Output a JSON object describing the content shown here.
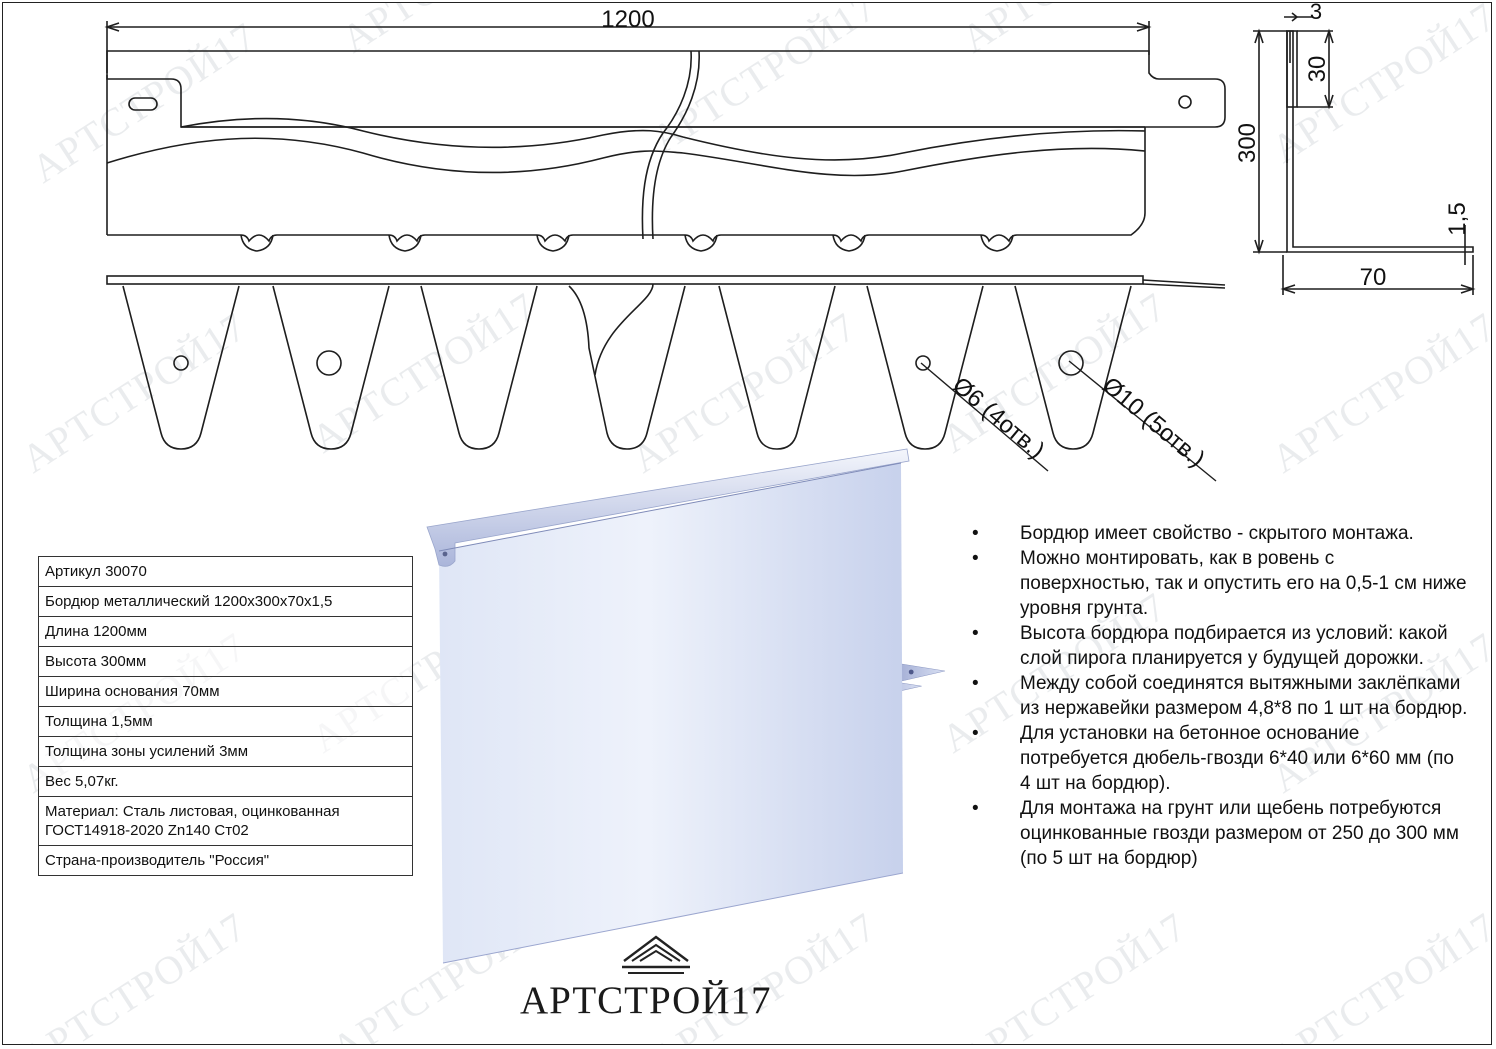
{
  "watermark": "АРТСТРОЙ17",
  "dimensions": {
    "length": "1200",
    "thickness_top": "3",
    "flange": "30",
    "height": "300",
    "thickness": "1,5",
    "base": "70",
    "hole_small": "Ø6 (4отв.)",
    "hole_large": "Ø10 (5отв.)"
  },
  "specs": [
    "Артикул 30070",
    "Бордюр металлический 1200х300х70х1,5",
    "Длина 1200мм",
    "Высота 300мм",
    "Ширина основания 70мм",
    "Толщина 1,5мм",
    "Толщина зоны усилений 3мм",
    "Вес 5,07кг.",
    "Материал: Сталь листовая, оцинкованная ГОСТ14918-2020 Zn140 Ст02",
    "Страна-производитель \"Россия\""
  ],
  "bullet_symbol": "•",
  "notes": [
    "Бордюр имеет свойство - скрытого монтажа.",
    "Можно монтировать, как в ровень с поверхностью, так и опустить его на 0,5-1 см ниже уровня грунта.",
    "Высота бордюра подбирается из условий: какой слой пирога планируется у будущей дорожки.",
    "Между собой соединятся вытяжными заклёпками из нержавейки размером 4,8*8 по 1 шт на бордюр.",
    "Для установки на бетонное основание потребуется дюбель-гвозди 6*40 или 6*60 мм (по 4 шт на бордюр).",
    "Для монтажа на грунт или щебень потребуются оцинкованные гвозди размером от 250 до 300 мм (по 5 шт на бордюр)"
  ],
  "brand": "АРТСТРОЙ17",
  "colors": {
    "line": "#1e1e1e",
    "steel_light": "#e6ecf8",
    "steel_mid": "#c9d3ec",
    "steel_dark": "#8e9ac4"
  }
}
